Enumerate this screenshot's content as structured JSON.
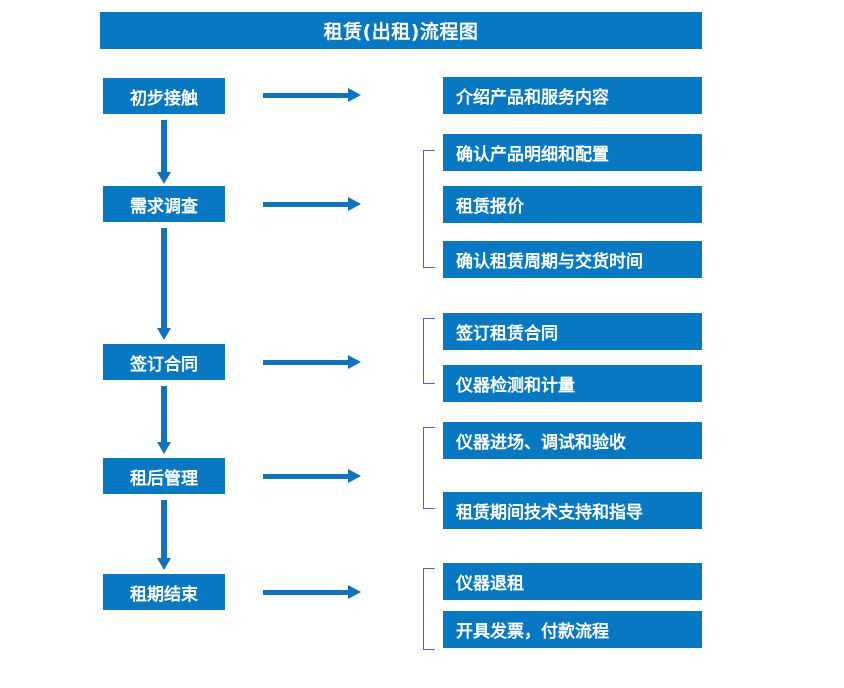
{
  "title": "租赁(出租)流程图",
  "theme": {
    "accent": "#0878c2",
    "arrow": "#1173be",
    "bracket": "#3a72b5",
    "text_on_accent": "#ffffff",
    "background": "#ffffff"
  },
  "stages": [
    {
      "id": "initial-contact",
      "label": "初步接触"
    },
    {
      "id": "requirement-survey",
      "label": "需求调查"
    },
    {
      "id": "sign-contract",
      "label": "签订合同"
    },
    {
      "id": "post-rental-management",
      "label": "租后管理"
    },
    {
      "id": "rental-end",
      "label": "租期结束"
    }
  ],
  "details": [
    {
      "id": "d1",
      "label": "介绍产品和服务内容"
    },
    {
      "id": "d2",
      "label": "确认产品明细和配置"
    },
    {
      "id": "d3",
      "label": "租赁报价"
    },
    {
      "id": "d4",
      "label": "确认租赁周期与交货时间"
    },
    {
      "id": "d5",
      "label": "签订租赁合同"
    },
    {
      "id": "d6",
      "label": "仪器检测和计量"
    },
    {
      "id": "d7",
      "label": "仪器进场、调试和验收"
    },
    {
      "id": "d8",
      "label": "租赁期间技术支持和指导"
    },
    {
      "id": "d9",
      "label": "仪器退租"
    },
    {
      "id": "d10",
      "label": "开具发票，付款流程"
    }
  ],
  "chart_data": {
    "type": "diagram",
    "title": "租赁(出租)流程图",
    "orientation": "top-to-bottom",
    "nodes": [
      {
        "id": "initial-contact",
        "label": "初步接触",
        "column": "left",
        "order": 1
      },
      {
        "id": "requirement-survey",
        "label": "需求调查",
        "column": "left",
        "order": 2
      },
      {
        "id": "sign-contract",
        "label": "签订合同",
        "column": "left",
        "order": 3
      },
      {
        "id": "post-rental-management",
        "label": "租后管理",
        "column": "left",
        "order": 4
      },
      {
        "id": "rental-end",
        "label": "租期结束",
        "column": "left",
        "order": 5
      },
      {
        "id": "d1",
        "label": "介绍产品和服务内容",
        "column": "right"
      },
      {
        "id": "d2",
        "label": "确认产品明细和配置",
        "column": "right"
      },
      {
        "id": "d3",
        "label": "租赁报价",
        "column": "right"
      },
      {
        "id": "d4",
        "label": "确认租赁周期与交货时间",
        "column": "right"
      },
      {
        "id": "d5",
        "label": "签订租赁合同",
        "column": "right"
      },
      {
        "id": "d6",
        "label": "仪器检测和计量",
        "column": "right"
      },
      {
        "id": "d7",
        "label": "仪器进场、调试和验收",
        "column": "right"
      },
      {
        "id": "d8",
        "label": "租赁期间技术支持和指导",
        "column": "right"
      },
      {
        "id": "d9",
        "label": "仪器退租",
        "column": "right"
      },
      {
        "id": "d10",
        "label": "开具发票，付款流程",
        "column": "right"
      }
    ],
    "edges": [
      {
        "from": "initial-contact",
        "to": "requirement-survey",
        "kind": "vertical-arrow"
      },
      {
        "from": "requirement-survey",
        "to": "sign-contract",
        "kind": "vertical-arrow"
      },
      {
        "from": "sign-contract",
        "to": "post-rental-management",
        "kind": "vertical-arrow"
      },
      {
        "from": "post-rental-management",
        "to": "rental-end",
        "kind": "vertical-arrow"
      },
      {
        "from": "initial-contact",
        "to": "d1",
        "kind": "horizontal-arrow"
      },
      {
        "from": "requirement-survey",
        "to": [
          "d2",
          "d3",
          "d4"
        ],
        "kind": "horizontal-arrow-bracket"
      },
      {
        "from": "sign-contract",
        "to": [
          "d5",
          "d6"
        ],
        "kind": "horizontal-arrow-bracket"
      },
      {
        "from": "post-rental-management",
        "to": [
          "d7",
          "d8"
        ],
        "kind": "horizontal-arrow-bracket"
      },
      {
        "from": "rental-end",
        "to": [
          "d9",
          "d10"
        ],
        "kind": "horizontal-arrow-bracket"
      }
    ]
  }
}
